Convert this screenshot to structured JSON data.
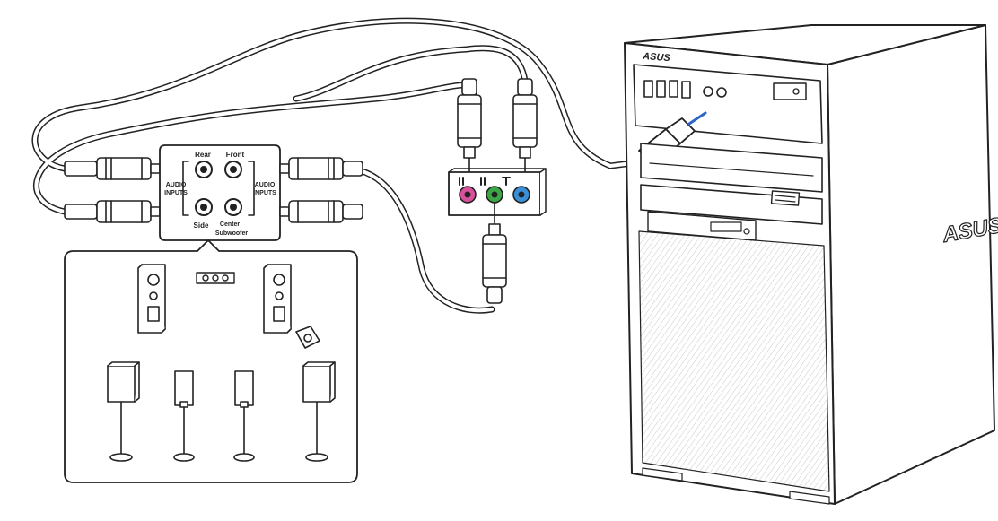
{
  "labels": {
    "rear": "Rear",
    "front": "Front",
    "audio_inputs_left": [
      "AUDIO",
      "INPUTS"
    ],
    "audio_inputs_right": [
      "AUDIO",
      "INPUTS"
    ],
    "side": "Side",
    "center_sub": [
      "Center",
      "Subwoofer"
    ],
    "brand_front": "ASUS",
    "brand_side": "ASUS"
  },
  "colors": {
    "line": "#222222",
    "jack_pink": "#d9519b",
    "jack_green": "#3aa845",
    "jack_blue": "#3a8fd6",
    "usb_blue": "#2d64c8",
    "background": "#ffffff"
  }
}
